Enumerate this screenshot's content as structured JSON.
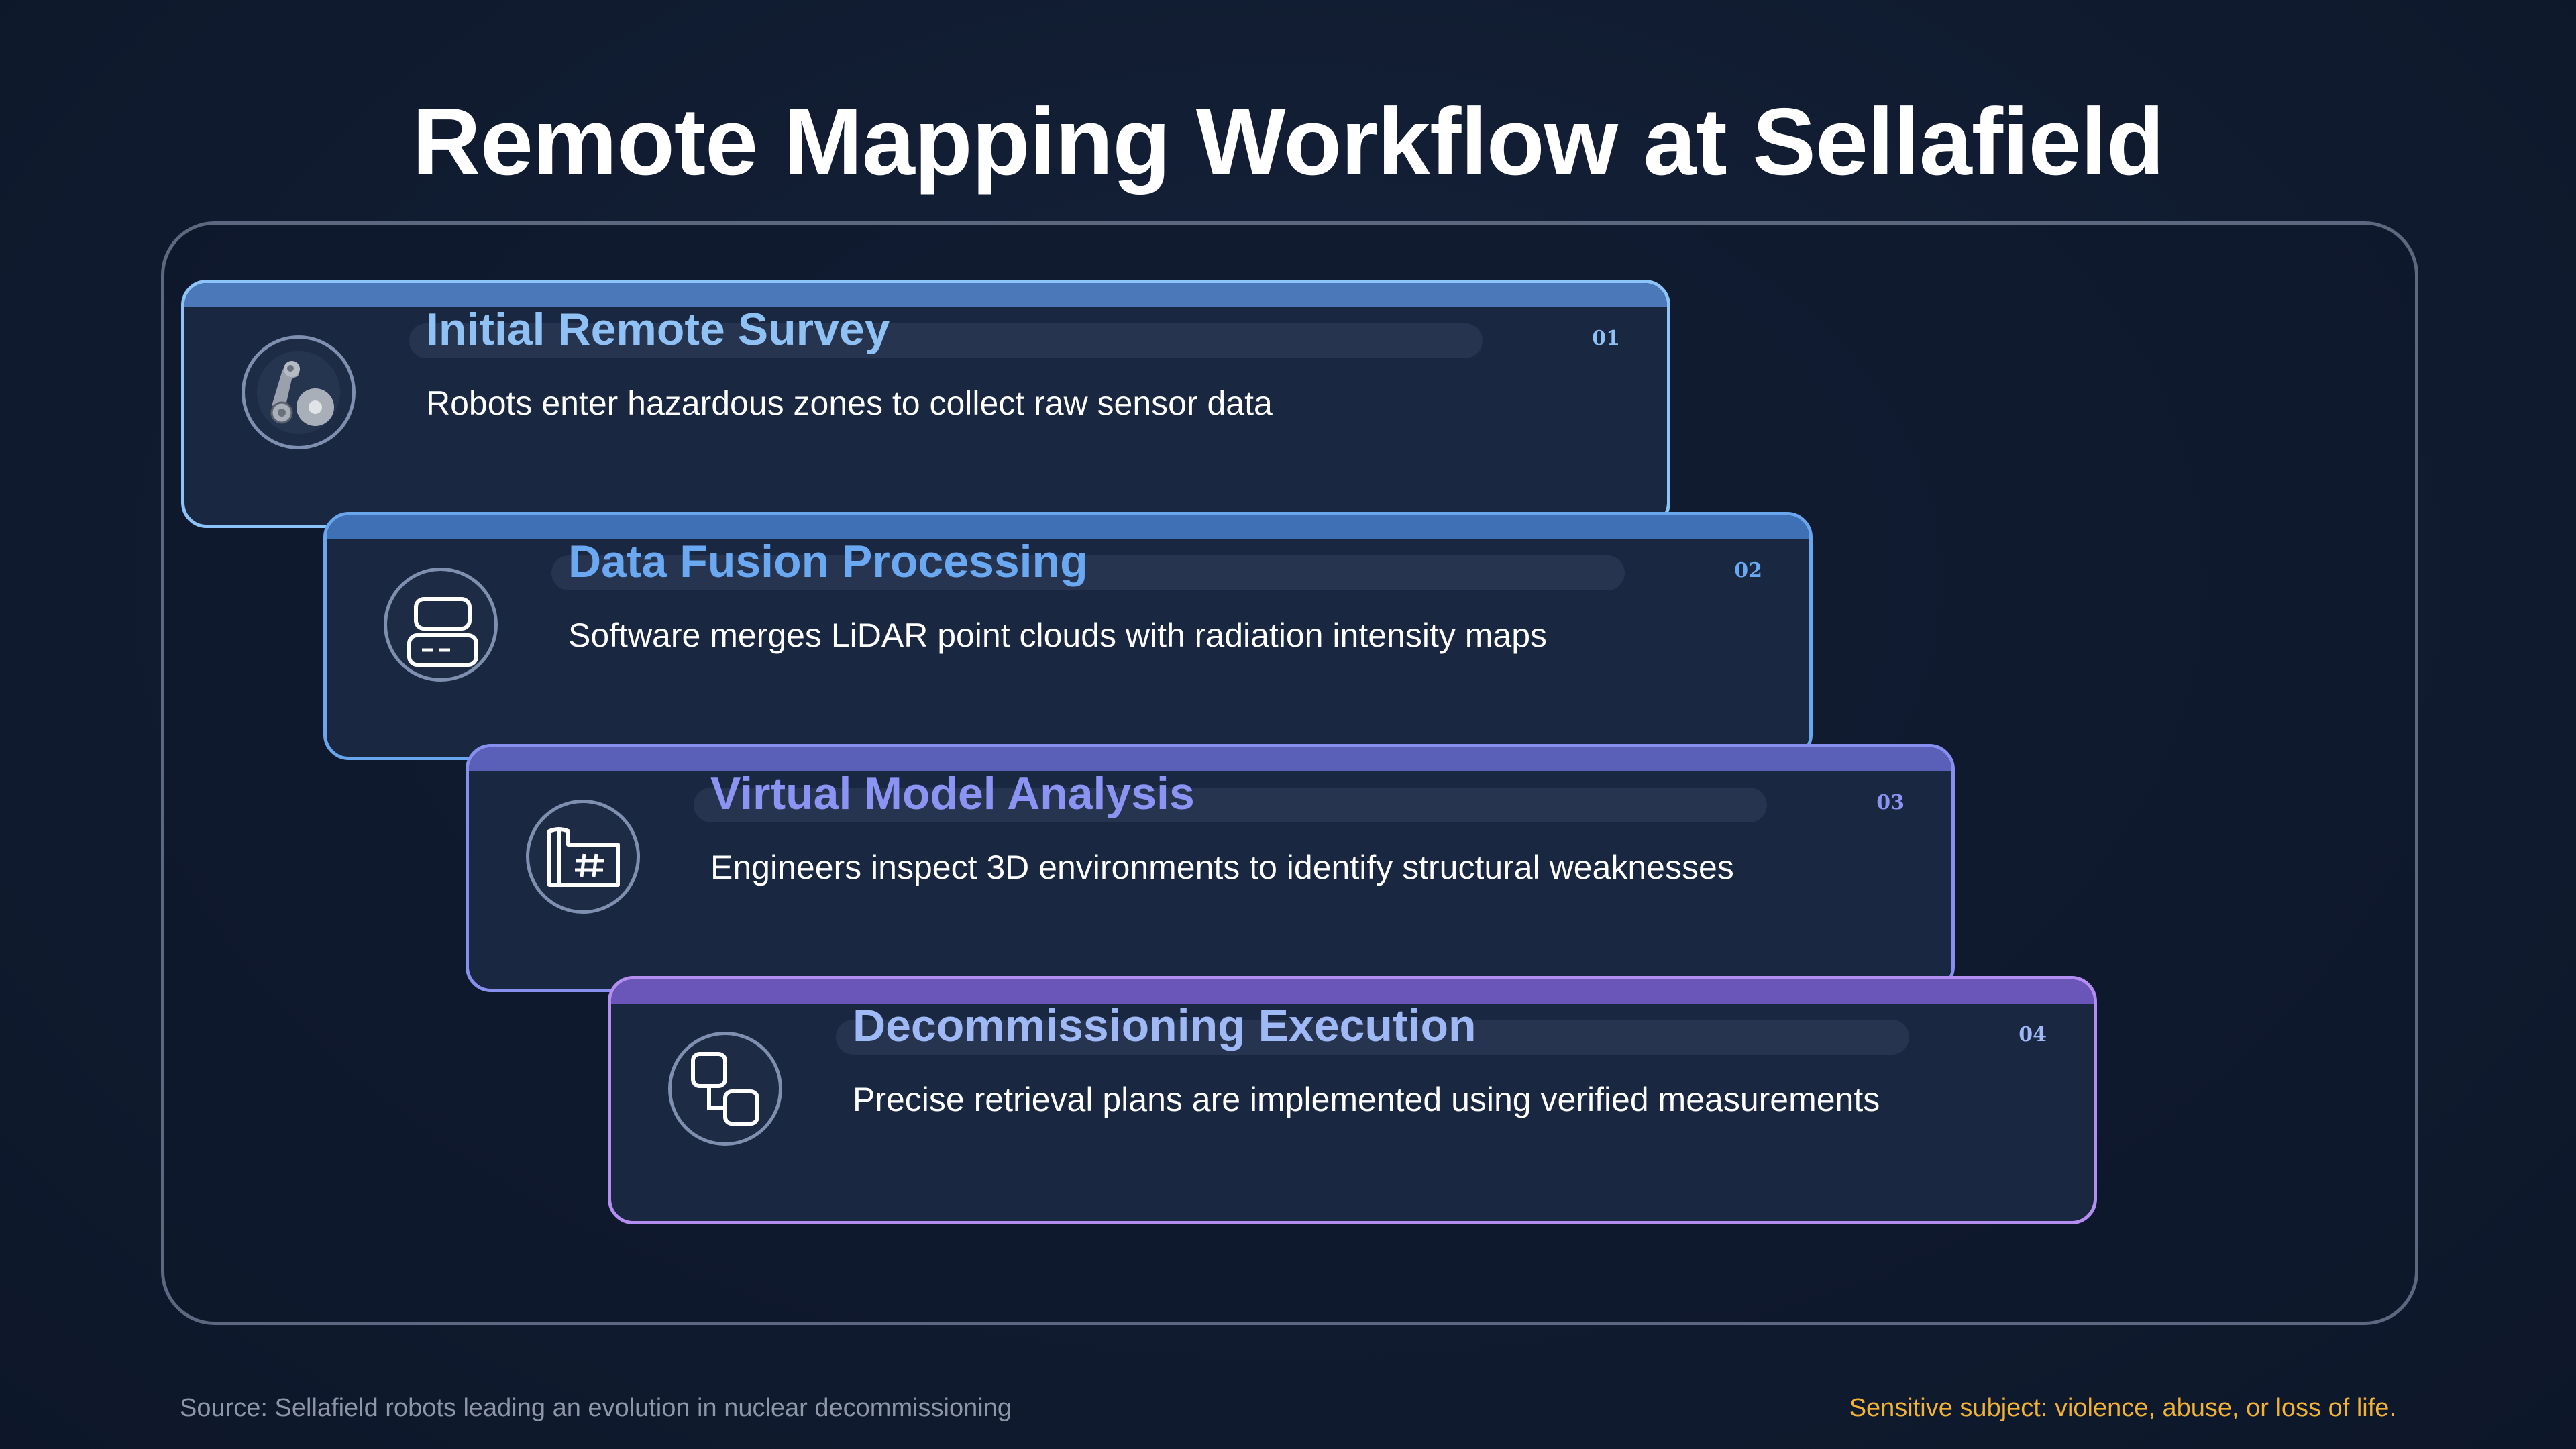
{
  "title": "Remote Mapping Workflow at Sellafield",
  "steps": [
    {
      "number": "01",
      "title": "Initial Remote Survey",
      "description": "Robots enter hazardous zones to collect raw sensor data",
      "icon": "robot-arm-icon",
      "accent": "#8fc1f5",
      "border": "#8cc4f7",
      "bar": "#4a78b8"
    },
    {
      "number": "02",
      "title": "Data Fusion Processing",
      "description": "Software merges LiDAR point clouds with radiation intensity maps",
      "icon": "server-stack-icon",
      "accent": "#6ba8f2",
      "border": "#6aa6ee",
      "bar": "#3f6fb5"
    },
    {
      "number": "03",
      "title": "Virtual Model Analysis",
      "description": "Engineers inspect 3D environments to identify structural weaknesses",
      "icon": "blueprint-icon",
      "accent": "#8b94f3",
      "border": "#8790ee",
      "bar": "#5a60b8"
    },
    {
      "number": "04",
      "title": "Decommissioning Execution",
      "description": "Precise retrieval plans are implemented using verified measurements",
      "icon": "workflow-nodes-icon",
      "accent": "#9fb8f6",
      "border": "#b38ef0",
      "bar": "#6a55b8"
    }
  ],
  "footer": {
    "source": "Source: Sellafield robots leading an evolution in nuclear decommissioning",
    "warning": "Sensitive subject: violence, abuse, or loss of life."
  }
}
